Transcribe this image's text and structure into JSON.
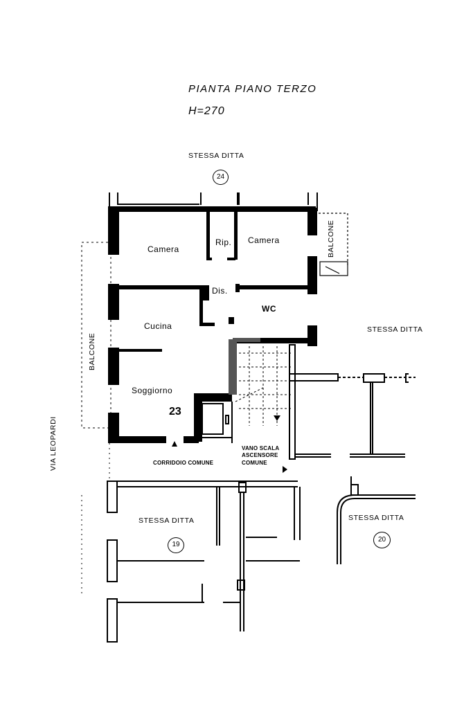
{
  "header": {
    "title": "PIANTA PIANO TERZO",
    "height": "H=270"
  },
  "labels": {
    "north_neighbor": "STESSA DITTA",
    "north_unit": "24",
    "east_neighbor": "STESSA DITTA",
    "south_neighbor": "STESSA DITTA",
    "south_unit": "19",
    "southeast_neighbor": "STESSA DITTA",
    "southeast_unit": "20",
    "street": "VIA LEOPARDI",
    "balcony_west": "BALCONE",
    "balcony_east": "BALCONE",
    "corridor": "CORRIDOIO COMUNE",
    "stair_line1": "VANO SCALA",
    "stair_line2": "ASCENSORE",
    "stair_line3": "COMUNE"
  },
  "unit": {
    "number": "23",
    "rooms": [
      {
        "name": "Camera"
      },
      {
        "name": "Rip."
      },
      {
        "name": "Camera"
      },
      {
        "name": "Dis."
      },
      {
        "name": "WC"
      },
      {
        "name": "Cucina"
      },
      {
        "name": "Soggiorno"
      }
    ]
  },
  "colors": {
    "ink": "#000000",
    "paper": "#ffffff",
    "stair_shade": "#555555"
  }
}
